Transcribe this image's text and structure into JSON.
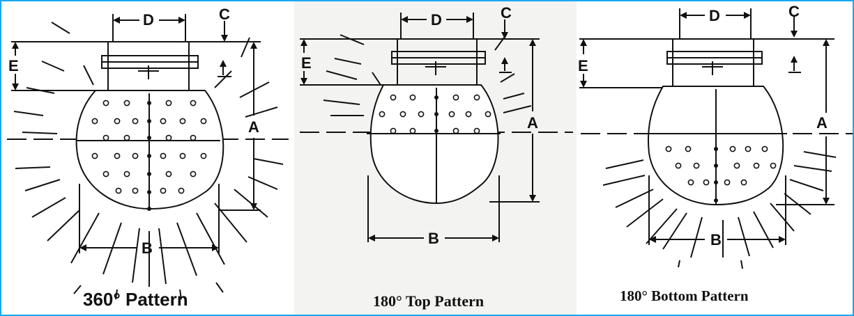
{
  "labels": {
    "a": "A",
    "b": "B",
    "c": "C",
    "d": "D",
    "e": "E"
  },
  "patterns": [
    {
      "caption": "360° Pattern"
    },
    {
      "caption": "180° Top Pattern"
    },
    {
      "caption": "180° Bottom Pattern"
    }
  ]
}
